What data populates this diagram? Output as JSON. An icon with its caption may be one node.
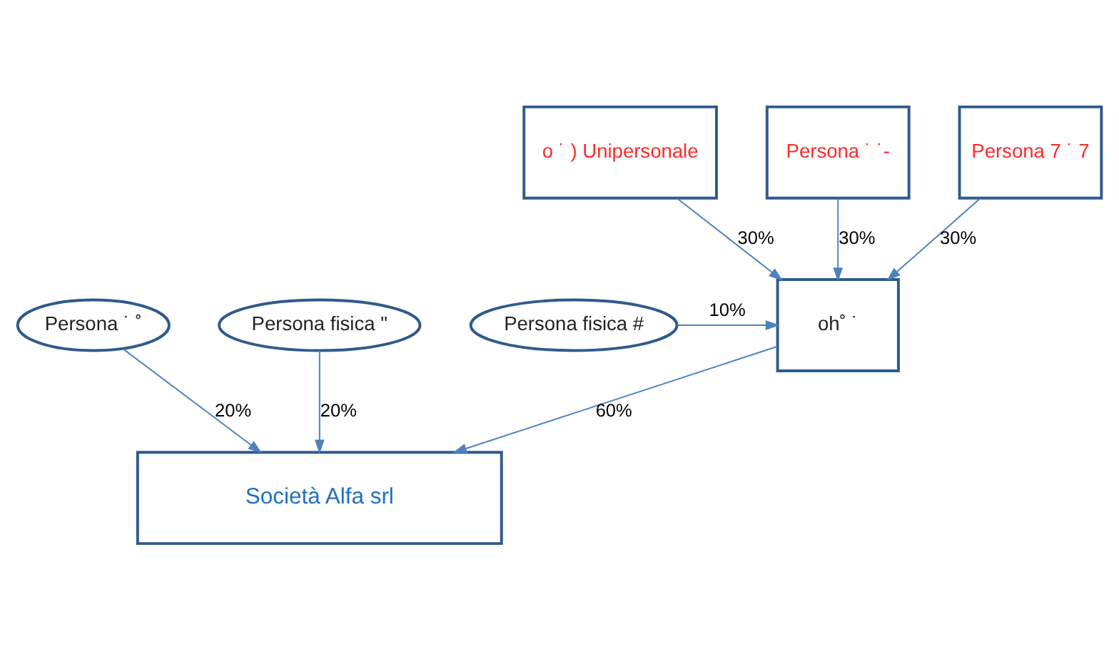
{
  "diagram": {
    "nodes": [
      {
        "text": [
          "o ˙ ) Unipersonale"
        ]
      },
      {
        "text": [
          "Persona ˙ ˙-"
        ]
      },
      {
        "text": [
          "Persona 7 ˙ 7"
        ]
      },
      {
        "text": [
          "Persona ˙ ˚"
        ]
      },
      {
        "text": [
          "Persona fisica \""
        ]
      },
      {
        "text": [
          "oh˚ ˙"
        ]
      },
      {
        "text": [
          "Persona fisica #"
        ]
      },
      {
        "text": [
          "Società Alfa srl"
        ]
      }
    ],
    "edges": [
      {
        "from": 0,
        "to": 5,
        "arrow": "to",
        "label": "30%"
      },
      {
        "from": 1,
        "to": 5,
        "arrow": "to",
        "label": "30%"
      },
      {
        "from": 2,
        "to": 5,
        "arrow": "to",
        "label": "30%"
      },
      {
        "from": 6,
        "to": 5,
        "arrow": "to",
        "label": "10%"
      },
      {
        "from": 3,
        "to": 7,
        "arrow": "to",
        "label": "20%"
      },
      {
        "from": 4,
        "to": 7,
        "arrow": "to",
        "label": "20%"
      },
      {
        "from": 5,
        "to": 7,
        "arrow": "to",
        "label": "60%"
      }
    ]
  }
}
